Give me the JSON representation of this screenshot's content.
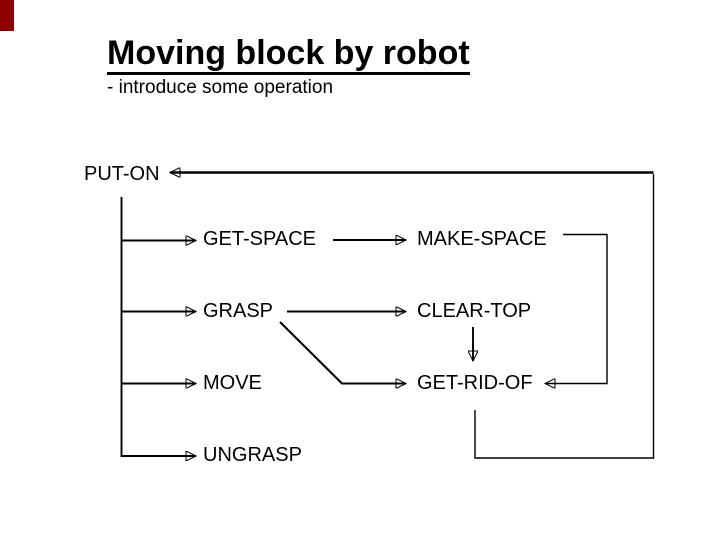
{
  "slide": {
    "title": "Moving block by robot",
    "subtitle": "- introduce some operation",
    "background_color": "#ffffff",
    "text_color": "#000000"
  },
  "corner_mark": {
    "color": "#8b0000"
  },
  "diagram": {
    "line_color": "#000000",
    "nodes": {
      "put_on": "PUT-ON",
      "get_space": "GET-SPACE",
      "make_space": "MAKE-SPACE",
      "grasp": "GRASP",
      "clear_top": "CLEAR-TOP",
      "move": "MOVE",
      "get_rid_of": "GET-RID-OF",
      "ungrasp": "UNGRASP"
    },
    "edges": [
      {
        "from": "PUT-ON",
        "to": "GET-SPACE"
      },
      {
        "from": "PUT-ON",
        "to": "GRASP"
      },
      {
        "from": "PUT-ON",
        "to": "MOVE"
      },
      {
        "from": "PUT-ON",
        "to": "UNGRASP"
      },
      {
        "from": "GET-SPACE",
        "to": "MAKE-SPACE"
      },
      {
        "from": "GRASP",
        "to": "CLEAR-TOP"
      },
      {
        "from": "GRASP",
        "to": "GET-RID-OF"
      },
      {
        "from": "CLEAR-TOP",
        "to": "GET-RID-OF"
      },
      {
        "from": "MAKE-SPACE",
        "to": "GET-RID-OF"
      },
      {
        "from": "GET-RID-OF",
        "to": "PUT-ON"
      }
    ]
  }
}
